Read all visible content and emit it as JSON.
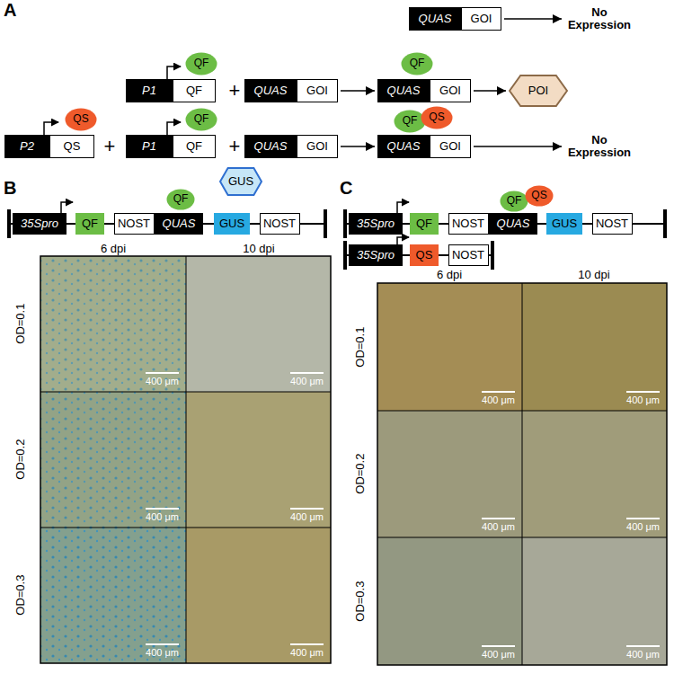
{
  "diagram": {
    "nodes": [
      {
        "text": [
          "QUAS"
        ]
      },
      {
        "text": [
          "GOI"
        ]
      },
      {
        "text": [
          "No Expression"
        ]
      },
      {
        "text": [
          "QF"
        ]
      },
      {
        "text": [
          "QF"
        ]
      },
      {
        "text": [
          "P1"
        ]
      },
      {
        "text": [
          "QF"
        ]
      },
      {
        "text": [
          "QUAS"
        ]
      },
      {
        "text": [
          "GOI"
        ]
      },
      {
        "text": [
          "QUAS"
        ]
      },
      {
        "text": [
          "GOI"
        ]
      },
      {
        "text": [
          "POI"
        ]
      },
      {
        "text": [
          "QS"
        ]
      },
      {
        "text": [
          "QF"
        ]
      },
      {
        "text": [
          "QF"
        ]
      },
      {
        "text": [
          "QS"
        ]
      },
      {
        "text": [
          "P2"
        ]
      },
      {
        "text": [
          "QS"
        ]
      },
      {
        "text": [
          "P1"
        ]
      },
      {
        "text": [
          "QF"
        ]
      },
      {
        "text": [
          "QUAS"
        ]
      },
      {
        "text": [
          "GOI"
        ]
      },
      {
        "text": [
          "QUAS"
        ]
      },
      {
        "text": [
          "GOI"
        ]
      },
      {
        "text": [
          "No Expression"
        ]
      },
      {
        "text": [
          "GUS"
        ]
      },
      {
        "text": [
          "QF"
        ]
      },
      {
        "text": [
          "35Spro"
        ]
      },
      {
        "text": [
          "QF"
        ]
      },
      {
        "text": [
          "NOST"
        ]
      },
      {
        "text": [
          "QUAS"
        ]
      },
      {
        "text": [
          "GUS"
        ]
      },
      {
        "text": [
          "NOST"
        ]
      },
      {
        "text": [
          "QF"
        ]
      },
      {
        "text": [
          "QS"
        ]
      },
      {
        "text": [
          "35Spro"
        ]
      },
      {
        "text": [
          "QF"
        ]
      },
      {
        "text": [
          "NOST"
        ]
      },
      {
        "text": [
          "QUAS"
        ]
      },
      {
        "text": [
          "GUS"
        ]
      },
      {
        "text": [
          "NOST"
        ]
      },
      {
        "text": [
          "35Spro"
        ]
      },
      {
        "text": [
          "QS"
        ]
      },
      {
        "text": [
          "NOST"
        ]
      }
    ],
    "edges": [
      {
        "from": 1,
        "to": 2,
        "arrow": "to"
      },
      {
        "from": 8,
        "to": 9,
        "arrow": "to"
      },
      {
        "from": 10,
        "to": 11,
        "arrow": "to"
      },
      {
        "from": 21,
        "to": 22,
        "arrow": "to"
      },
      {
        "from": 23,
        "to": 24,
        "arrow": "to"
      }
    ],
    "labels": [
      "A",
      "+",
      "+",
      "+",
      "B",
      "6 dpi",
      "10 dpi",
      "OD=0.1",
      "400 μm",
      "400 μm",
      "OD=0.2",
      "400 μm",
      "400 μm",
      "OD=0.3",
      "400 μm",
      "400 μm",
      "C",
      "6 dpi",
      "10 dpi",
      "OD=0.1",
      "400 μm",
      "400 μm",
      "OD=0.2",
      "400 μm",
      "400 μm",
      "OD=0.3",
      "400 μm",
      "400 μm"
    ]
  }
}
